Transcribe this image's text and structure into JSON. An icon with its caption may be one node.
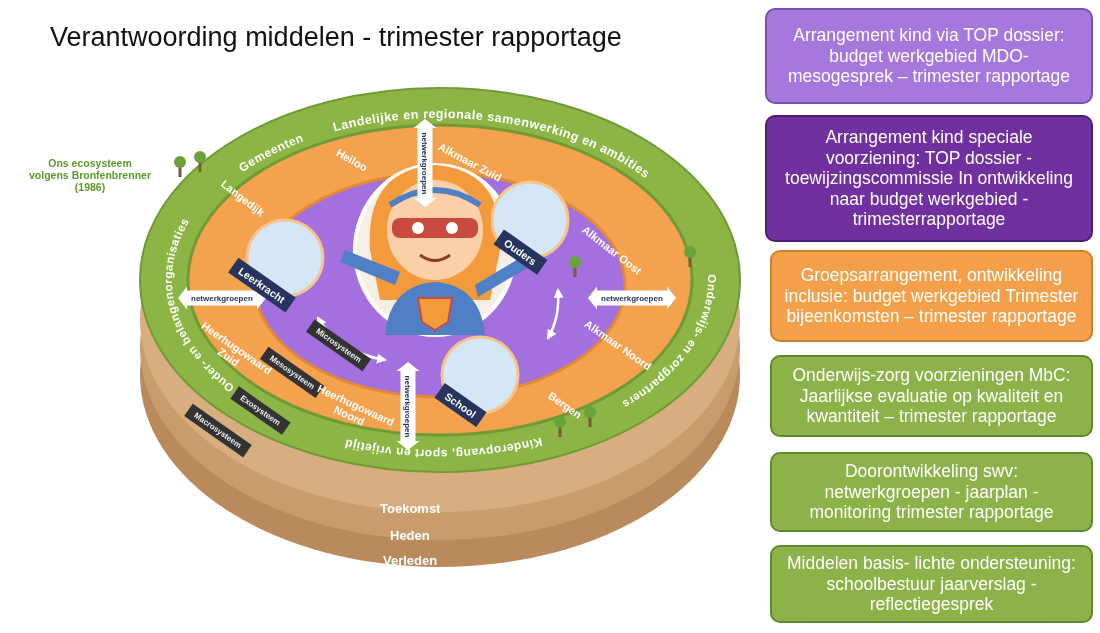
{
  "diagram": {
    "title": "Verantwoording middelen - trimester rapportage",
    "nodes": [
      {
        "text": [
          "Arrangement kind via TOP dossier: budget werkgebied MDO- mesogesprek – trimester rapportage"
        ]
      },
      {
        "text": [
          "Arrangement kind speciale voorziening: TOP dossier - toewijzingscommissie In ontwikkeling naar budget werkgebied - trimesterrapportage"
        ]
      },
      {
        "text": [
          "Groepsarrangement, ontwikkeling inclusie: budget werkgebied Trimester bijeenkomsten – trimester rapportage"
        ]
      },
      {
        "text": [
          "Onderwijs-zorg voorzieningen MbC: Jaarlijkse evaluatie op kwaliteit en kwantiteit – trimester rapportage"
        ]
      },
      {
        "text": [
          "Doorontwikkeling swv: netwerkgroepen - jaarplan - monitoring trimester rapportage"
        ]
      },
      {
        "text": [
          "Middelen basis- lichte ondersteuning: schoolbestuur jaarverslag - reflectiegesprek"
        ]
      }
    ],
    "edges": [],
    "labels": [
      "Ons ecosysteem volgens Bronfenbrenner (1986)",
      "Gemeenten",
      "Landelijke en regionale samenwerking en ambities",
      "netwerkgroepen",
      "Heiloo",
      "Alkmaar Zuid",
      "Langedijk",
      "Ouders",
      "Alkmaar Oost",
      "Leerkracht",
      "netwerkgroepen",
      "netwerkgroepen",
      "Ouder- en belangenorganisaties",
      "Onderwijs- en zorgpartners",
      "Microsysteem",
      "Heerhugowaard Zuid",
      "Alkmaar Noord",
      "Mesosysteem",
      "Exosysteem",
      "School",
      "Bergen",
      "netwerkgroepen",
      "Macrosysteem",
      "Heerhugowaard Noord",
      "Kinderopvang, sport en vrijetijd",
      "Toekomst",
      "Heden",
      "Verleden"
    ]
  }
}
